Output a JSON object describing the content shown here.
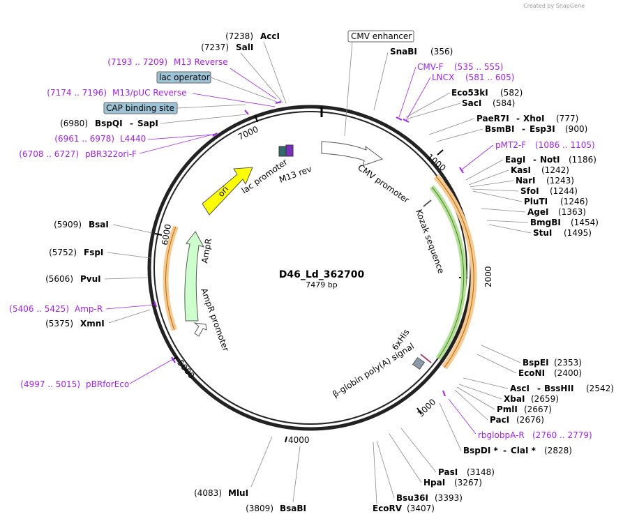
{
  "brand": "Created by SnapGene",
  "plasmid": {
    "name": "D46_Ld_362700",
    "size": "7479 bp"
  },
  "colors": {
    "primer": "#a020f0",
    "ori": "#ffff00",
    "amp": "#ccffcc",
    "orf_orange": "#f7c98e",
    "orf_green": "#9ad36e"
  },
  "ticks": [
    "1000",
    "2000",
    "3000",
    "4000",
    "5000",
    "6000",
    "7000"
  ],
  "box_labels": [
    {
      "text": "CMV enhancer",
      "style": "plain"
    },
    {
      "text": "lac operator",
      "style": "blue"
    },
    {
      "text": "CAP binding site",
      "style": "blue"
    }
  ],
  "enzymes_top_left": [
    {
      "pos": "(7238)",
      "name": "AccI"
    },
    {
      "pos": "(7237)",
      "name": "SalI"
    }
  ],
  "primers_left": [
    {
      "range": "(7193 .. 7209)",
      "name": "M13 Reverse"
    },
    {
      "range": "(7174 .. 7196)",
      "name": "M13/pUC Reverse"
    },
    {
      "range": "(6961 .. 6978)",
      "name": "L4440"
    },
    {
      "range": "(6708 .. 6727)",
      "name": "pBR322ori-F"
    },
    {
      "range": "(5406 .. 5425)",
      "name": "Amp-R"
    },
    {
      "range": "(4997 .. 5015)",
      "name": "pBRforEco"
    }
  ],
  "bspqi": {
    "pos": "(6980)",
    "name1": "BspQI",
    "sep": "-",
    "name2": "SapI"
  },
  "enzymes_left": [
    {
      "pos": "(5909)",
      "name": "BsaI"
    },
    {
      "pos": "(5752)",
      "name": "FspI"
    },
    {
      "pos": "(5606)",
      "name": "PvuI"
    },
    {
      "pos": "(5375)",
      "name": "XmnI"
    }
  ],
  "enzymes_bottom_left": [
    {
      "pos": "(4083)",
      "name": "MluI"
    },
    {
      "pos": "(3809)",
      "name": "BsaBI"
    }
  ],
  "enzymes_right_top": [
    {
      "name": "SnaBI",
      "pos": "(356)"
    },
    {
      "name": "Eco53kI",
      "pos": "(582)"
    },
    {
      "name": "SacI",
      "pos": "(584)"
    }
  ],
  "primers_right": [
    {
      "name": "CMV-F",
      "range": "(535 .. 555)"
    },
    {
      "name": "LNCX",
      "range": "(581 .. 605)"
    },
    {
      "name": "pMT2-F",
      "range": "(1086 .. 1105)"
    },
    {
      "name": "rbglobpA-R",
      "range": "(2760 .. 2779)"
    }
  ],
  "enzymes_right_pairs": [
    {
      "name1": "PaeR7I",
      "sep": "-",
      "name2": "XhoI",
      "pos": "(777)"
    },
    {
      "name1": "BsmBI",
      "sep": "-",
      "name2": "Esp3I",
      "pos": "(900)"
    },
    {
      "name1": "EagI",
      "sep": "-",
      "name2": "NotI",
      "pos": "(1186)"
    }
  ],
  "enzymes_right": [
    {
      "name": "KasI",
      "pos": "(1242)"
    },
    {
      "name": "NarI",
      "pos": "(1243)"
    },
    {
      "name": "SfoI",
      "pos": "(1244)"
    },
    {
      "name": "PluTI",
      "pos": "(1246)"
    },
    {
      "name": "AgeI",
      "pos": "(1363)"
    },
    {
      "name": "BmgBI",
      "pos": "(1454)"
    },
    {
      "name": "StuI",
      "pos": "(1495)"
    }
  ],
  "enzymes_right_bottom": [
    {
      "name": "BspEI",
      "pos": "(2353)"
    },
    {
      "name": "EcoNI",
      "pos": "(2400)"
    },
    {
      "name": "AscI",
      "sep": "-",
      "name2": "BssHII",
      "pos": "(2542)"
    },
    {
      "name": "XbaI",
      "pos": "(2659)"
    },
    {
      "name": "PmlI",
      "pos": "(2667)"
    },
    {
      "name": "PacI",
      "pos": "(2676)"
    }
  ],
  "bspdi": {
    "name1": "BspDI *",
    "sep": "-",
    "name2": "ClaI *",
    "pos": "(2828)"
  },
  "enzymes_bottom_right": [
    {
      "name": "PasI",
      "pos": "(3148)"
    },
    {
      "name": "HpaI",
      "pos": "(3267)"
    },
    {
      "name": "Bsu36I",
      "pos": "(3393)"
    },
    {
      "name": "EcoRV",
      "pos": "(3407)"
    }
  ],
  "features": {
    "cmv_promoter": "CMV promoter",
    "kozak": "Kozak sequence",
    "his": "6xHis",
    "globin": "β-globin poly(A) signal",
    "lac_promoter": "lac promoter",
    "m13rev": "M13 rev",
    "ori": "ori",
    "ampr": "AmpR",
    "ampr_promoter": "AmpR promoter"
  }
}
